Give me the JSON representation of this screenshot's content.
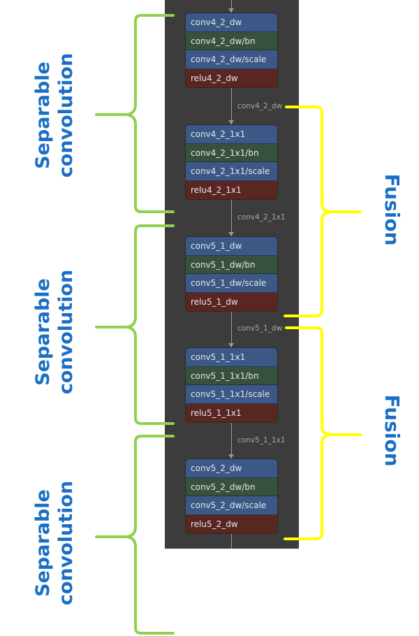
{
  "colors": {
    "panel": "#3c3c3c",
    "conv_row": "#3c5886",
    "bn_row": "#38513f",
    "scale_row": "#3c5886",
    "relu_row": "#5a2622",
    "separable_bracket": "#8fd14f",
    "fusion_bracket": "#ffff00",
    "label_text": "#1a6fc4"
  },
  "nodes": [
    {
      "rows": [
        "conv4_2_dw",
        "conv4_2_dw/bn",
        "conv4_2_dw/scale",
        "relu4_2_dw"
      ]
    },
    {
      "rows": [
        "conv4_2_1x1",
        "conv4_2_1x1/bn",
        "conv4_2_1x1/scale",
        "relu4_2_1x1"
      ]
    },
    {
      "rows": [
        "conv5_1_dw",
        "conv5_1_dw/bn",
        "conv5_1_dw/scale",
        "relu5_1_dw"
      ]
    },
    {
      "rows": [
        "conv5_1_1x1",
        "conv5_1_1x1/bn",
        "conv5_1_1x1/scale",
        "relu5_1_1x1"
      ]
    },
    {
      "rows": [
        "conv5_2_dw",
        "conv5_2_dw/bn",
        "conv5_2_dw/scale",
        "relu5_2_dw"
      ]
    }
  ],
  "edges": [
    "conv4_2_dw",
    "conv4_2_1x1",
    "conv5_1_dw",
    "conv5_1_1x1"
  ],
  "annotations": {
    "separable": [
      {
        "line1": "Separable",
        "line2": "convolution"
      },
      {
        "line1": "Separable",
        "line2": "convolution"
      },
      {
        "line1": "Separable",
        "line2": "convolution"
      }
    ],
    "fusion": [
      {
        "label": "Fusion"
      },
      {
        "label": "Fusion"
      }
    ]
  }
}
